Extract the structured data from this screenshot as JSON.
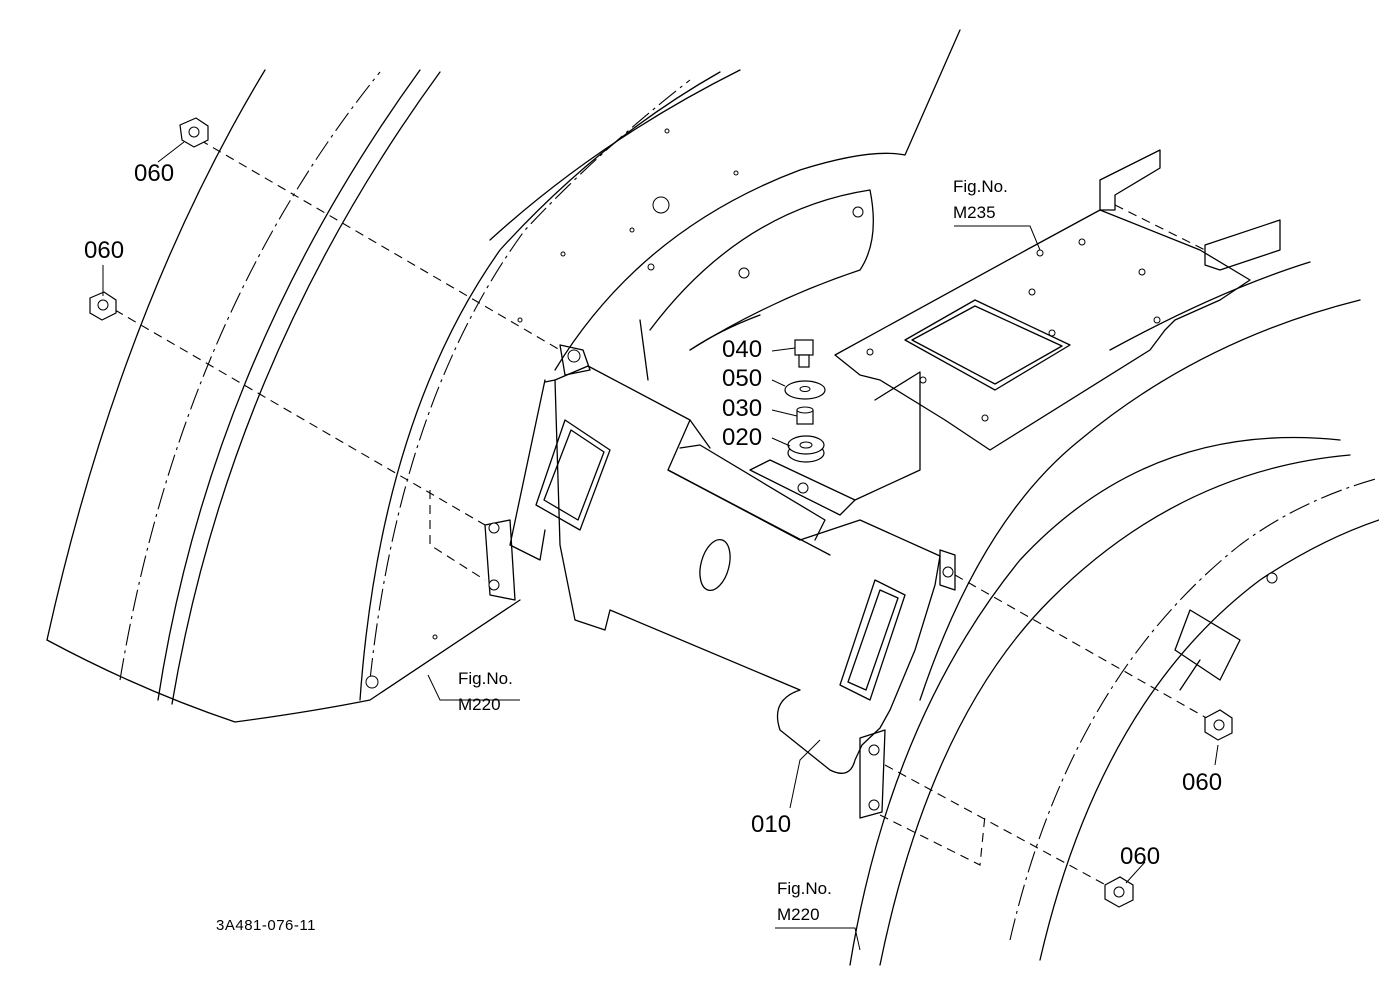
{
  "callouts": {
    "nut_top_left": "060",
    "nut_left": "060",
    "nut_right_upper": "060",
    "nut_right_lower": "060",
    "bolt": "040",
    "washer": "050",
    "collar": "030",
    "cushion": "020",
    "bracket": "010"
  },
  "references": {
    "top_right": {
      "line1": "Fig.No.",
      "line2": "M235"
    },
    "bottom_left": {
      "line1": "Fig.No.",
      "line2": "M220"
    },
    "bottom_right": {
      "line1": "Fig.No.",
      "line2": "M220"
    }
  },
  "drawing_number": "3A481-076-11"
}
